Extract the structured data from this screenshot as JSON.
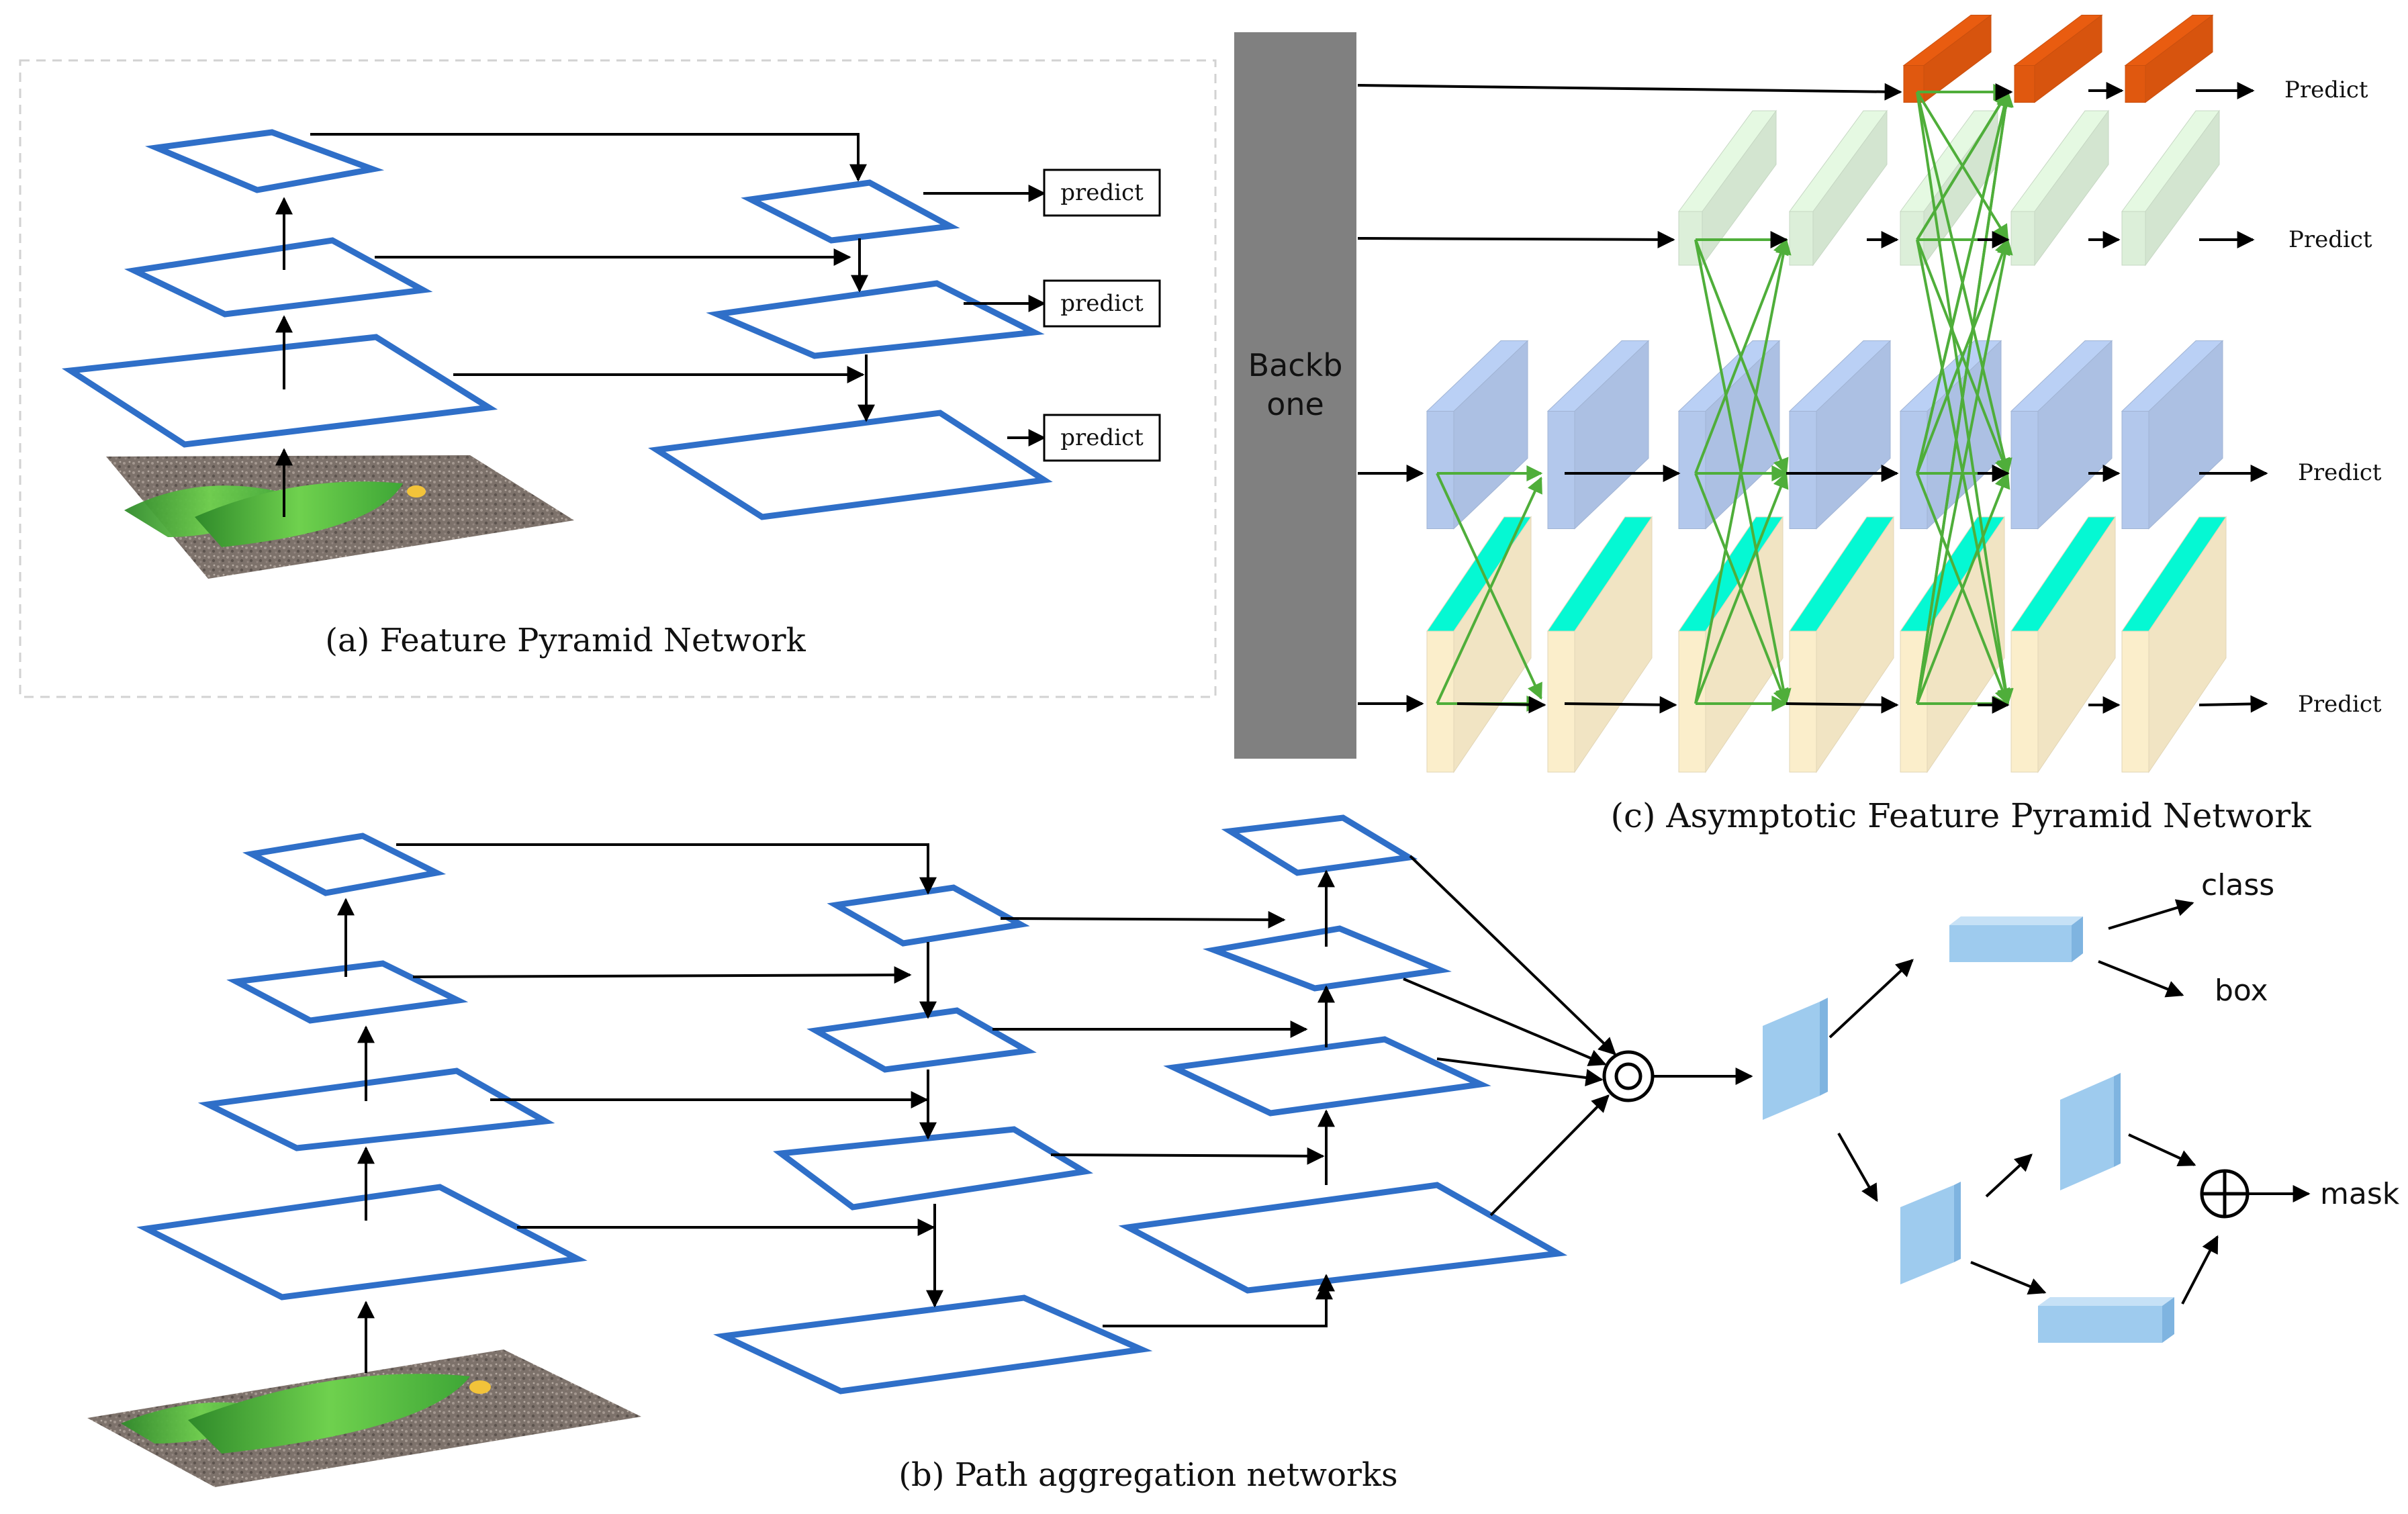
{
  "panels": {
    "a": {
      "caption": "(a) Feature Pyramid Network",
      "predict_labels": [
        "predict",
        "predict",
        "predict"
      ]
    },
    "b": {
      "caption": "(b) Path aggregation networks",
      "head_labels": {
        "class": "class",
        "box": "box",
        "mask": "mask"
      }
    },
    "c": {
      "caption": "(c)  Asymptotic Feature Pyramid Network",
      "backbone_label_line1": "Backb",
      "backbone_label_line2": "one",
      "predict_labels": [
        "Predict",
        "Predict",
        "Predict",
        "Predict"
      ]
    }
  },
  "colors": {
    "feature_map_outline": "#2f6fc8",
    "backbone": "#808080",
    "level_top": "#e0580f",
    "level_2": "#dcefd9",
    "level_3": "#b3c8ec",
    "level_4": "#fbeecb",
    "fusion_arrows": "#4fae3a",
    "head_blocks": "#9ecbee"
  },
  "icons": {
    "input_image": "leaf-photo",
    "fusion_node": "circle-dot-icon",
    "sum_node": "circle-plus-icon"
  }
}
